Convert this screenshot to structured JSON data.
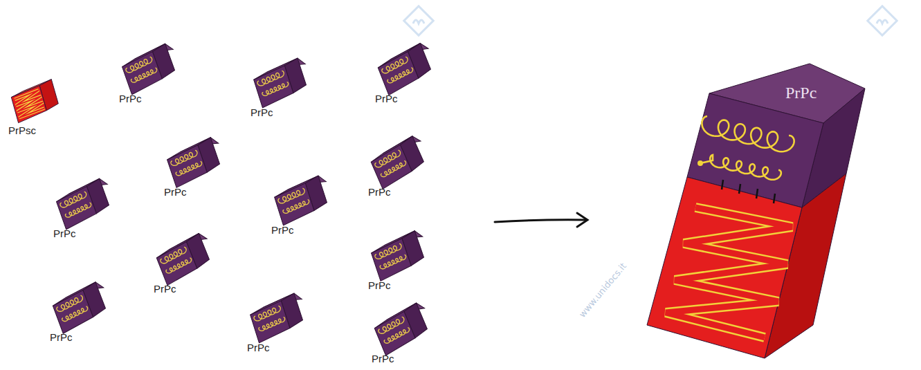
{
  "diagram": {
    "nodes": [
      {
        "text": [
          "PrPsc"
        ]
      },
      {
        "text": [
          "PrPc"
        ]
      },
      {
        "text": [
          "PrPc"
        ]
      },
      {
        "text": [
          "PrPc"
        ]
      },
      {
        "text": [
          "PrPc"
        ]
      },
      {
        "text": [
          "PrPc"
        ]
      },
      {
        "text": [
          "PrPc"
        ]
      },
      {
        "text": [
          "PrPc"
        ]
      },
      {
        "text": [
          "PrPc"
        ]
      },
      {
        "text": [
          "PrPc"
        ]
      },
      {
        "text": [
          "PrPc"
        ]
      },
      {
        "text": [
          "PrPc"
        ]
      },
      {
        "text": [
          "PrPc"
        ]
      },
      {
        "text": [
          "PrPc"
        ]
      }
    ],
    "labels": [
      "www.unidocs.it"
    ]
  }
}
